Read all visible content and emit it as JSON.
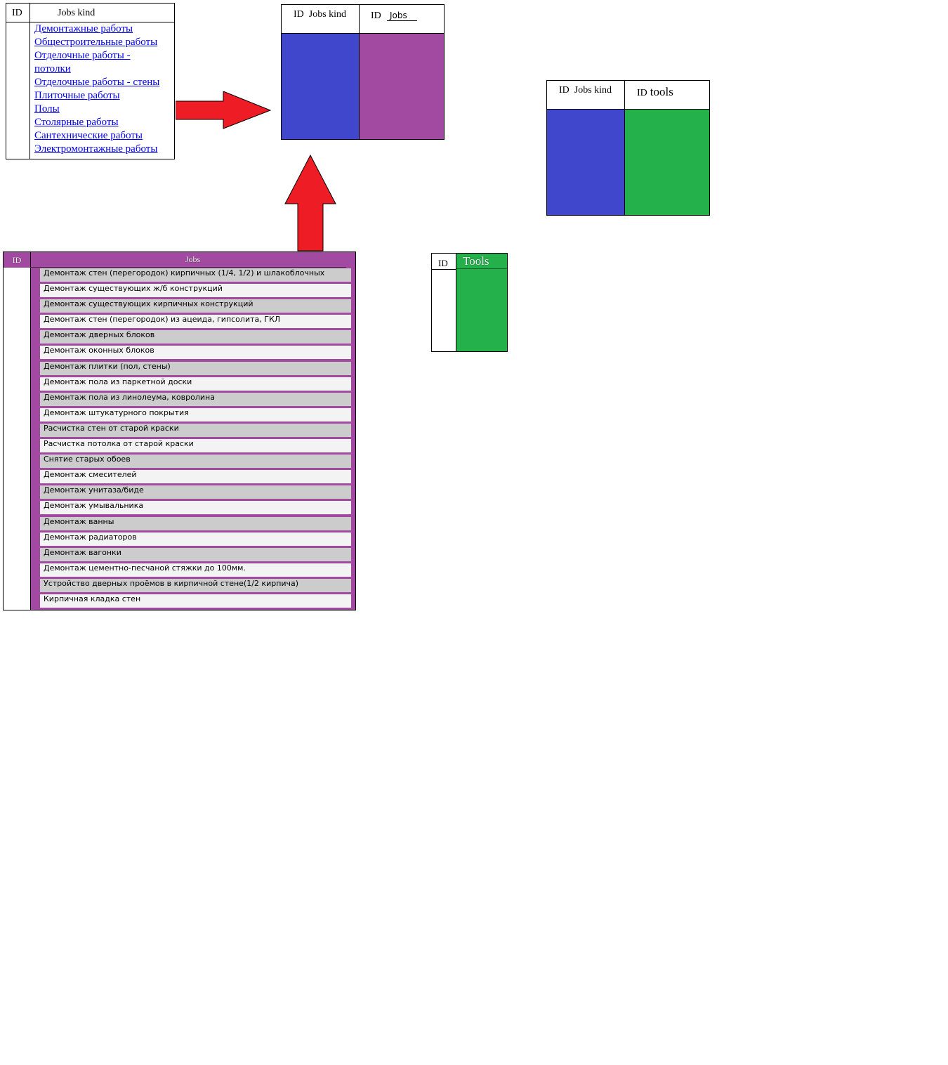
{
  "jobs_kind_table": {
    "id_header": "ID",
    "kind_header": "Jobs kind",
    "items": [
      "Демонтажные работы",
      "Общестроительные работы",
      "Отделочные работы -",
      "потолки",
      "Отделочные работы - стены",
      "Плиточные работы",
      "Полы",
      "Столярные работы",
      "Сантехнические работы",
      "Электромонтажные работы"
    ]
  },
  "kind_jobs_box": {
    "left_header": "ID  Jobs kind",
    "right_id": "ID",
    "right_label": "Jobs",
    "colors": {
      "left": "#4047cc",
      "right": "#a24aa2"
    }
  },
  "kind_tools_box": {
    "left_header": "ID  Jobs kind",
    "right_id": "ID",
    "right_label": "tools",
    "colors": {
      "left": "#4047cc",
      "right": "#24b04b"
    }
  },
  "jobs_table": {
    "id_header": "ID",
    "jobs_header": "Jobs",
    "rows": [
      "Демонтаж стен (перегородок) кирпичных (1/4, 1/2) и шлакоблочных",
      "Демонтаж существующих ж/б конструкций",
      "Демонтаж существующих кирпичных конструкций",
      "Демонтаж стен (перегородок) из ацеида, гипсолита, ГКЛ",
      "Демонтаж дверных блоков",
      "Демонтаж оконных блоков",
      "Демонтаж плитки (пол, стены)",
      "Демонтаж пола из паркетной доски",
      "Демонтаж пола из линолеума, ковролина",
      "Демонтаж штукатурного покрытия",
      "Расчистка стен от старой краски",
      "Расчистка потолка от старой краски",
      "Снятие старых обоев",
      "Демонтаж смесителей",
      "Демонтаж унитаза/биде",
      "Демонтаж умывальника",
      "Демонтаж ванны",
      "Демонтаж радиаторов",
      "Демонтаж вагонки",
      "Демонтаж цементно-песчаной стяжки до 100мм.",
      "Устройство дверных проёмов в кирпичной стене(1/2 кирпича)",
      "Кирпичная кладка стен"
    ],
    "color": "#a24aa2"
  },
  "tools_table": {
    "id_header": "ID",
    "tools_header": "Tools",
    "color": "#24b04b"
  },
  "arrows": {
    "color": "#ee1c24"
  }
}
